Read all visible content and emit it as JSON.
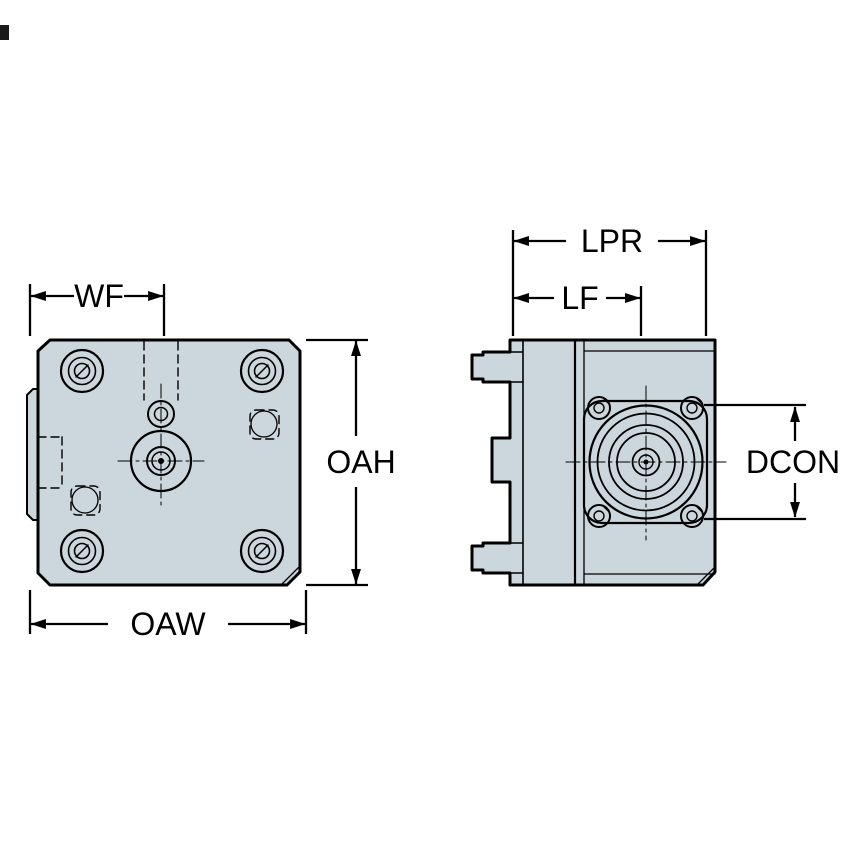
{
  "colors": {
    "body_fill": "#cbd6dd",
    "line": "#000000",
    "background": "#ffffff"
  },
  "labels": {
    "wf": "WF",
    "oah": "OAH",
    "oaw": "OAW",
    "lpr": "LPR",
    "lf": "LF",
    "dcon": "DCON"
  }
}
